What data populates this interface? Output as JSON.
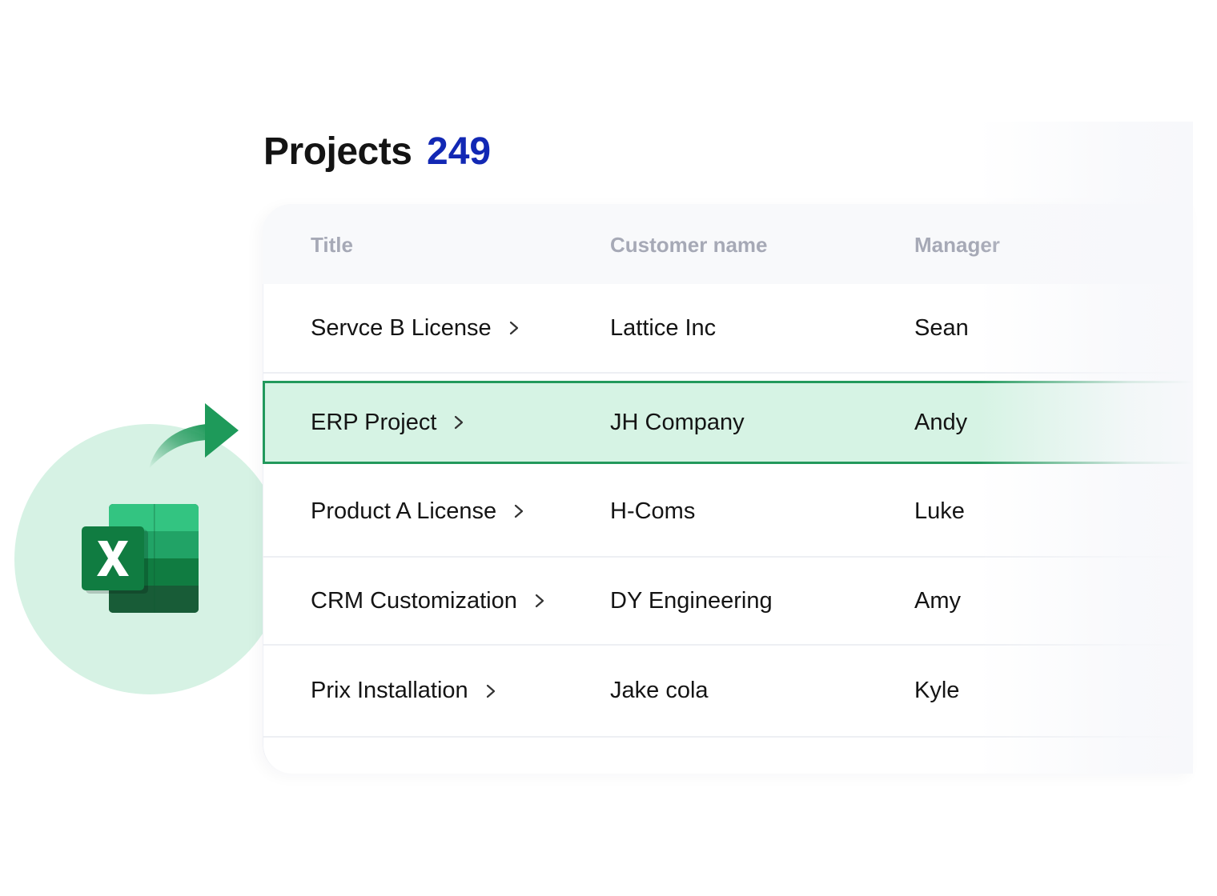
{
  "header": {
    "title": "Projects",
    "count": "249"
  },
  "table": {
    "columns": [
      "Title",
      "Customer name",
      "Manager"
    ],
    "rows": [
      {
        "title": "Servce B License",
        "customer": "Lattice Inc",
        "manager": "Sean",
        "highlighted": false
      },
      {
        "title": "ERP Project",
        "customer": "JH Company",
        "manager": "Andy",
        "highlighted": true
      },
      {
        "title": "Product A License",
        "customer": "H-Coms",
        "manager": "Luke",
        "highlighted": false
      },
      {
        "title": "CRM Customization",
        "customer": "DY Engineering",
        "manager": "Amy",
        "highlighted": false
      },
      {
        "title": "Prix Installation",
        "customer": "Jake cola",
        "manager": "Kyle",
        "highlighted": false
      }
    ]
  },
  "icons": {
    "excel": "excel-icon",
    "export_arrow": "export-arrow-icon",
    "row_chevron": "chevron-right-icon"
  },
  "colors": {
    "accent_count": "#1228b4",
    "highlight_border": "#22995c",
    "highlight_bg": "#d6f3e4",
    "header_text": "#a6a9b6"
  }
}
